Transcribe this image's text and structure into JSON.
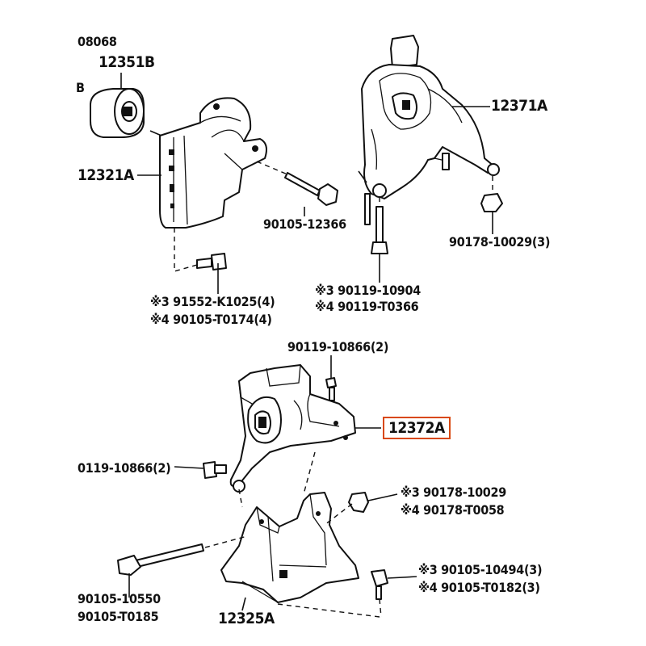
{
  "labels": {
    "p_08068": "08068",
    "p_12351B": "12351B",
    "p_partial_b": "B",
    "p_12321A": "12321A",
    "p_90105_12366": "90105-12366",
    "p_91552": "※3 91552-K1025(4)",
    "p_90105_T0174": "※4 90105-T0174(4)",
    "p_12371A": "12371A",
    "p_90178_10029_3": "90178-10029(3)",
    "p_90119_10904": "※3 90119-10904",
    "p_90119_T0366": "※4 90119-T0366",
    "p_90119_10866_top": "90119-10866(2)",
    "p_12372A": "12372A",
    "p_0119_10866_left": "0119-10866(2)",
    "p_90178_10029": "※3 90178-10029",
    "p_90178_T0058": "※4 90178-T0058",
    "p_90105_10494": "※3 90105-10494(3)",
    "p_90105_T0182": "※4 90105-T0182(3)",
    "p_90105_10550": "90105-10550",
    "p_90105_T0185": "90105-T0185",
    "p_12325A": "12325A"
  },
  "highlight_color": "#d9480f"
}
